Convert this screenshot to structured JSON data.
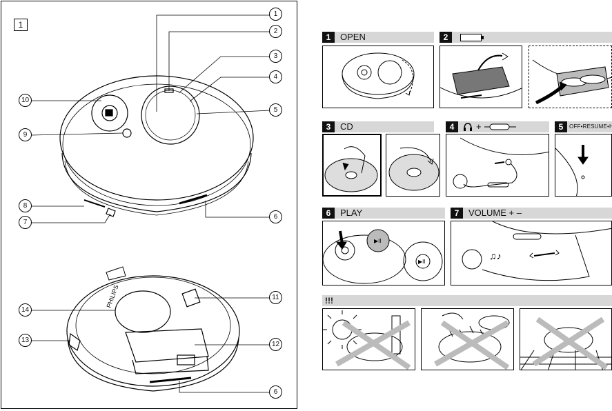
{
  "figure_label": "1",
  "callouts": [
    "1",
    "2",
    "3",
    "4",
    "5",
    "6",
    "7",
    "8",
    "9",
    "10",
    "11",
    "12",
    "13",
    "14",
    "6"
  ],
  "steps": {
    "s1": {
      "num": "1",
      "label": "OPEN"
    },
    "s2": {
      "num": "2",
      "label": "",
      "icon": "battery-icon"
    },
    "s3": {
      "num": "3",
      "label": "CD"
    },
    "s4": {
      "num": "4",
      "label": "+",
      "icon": "headphones-icon"
    },
    "s5": {
      "num": "5",
      "label": "OFF•RESUME•HOLD"
    },
    "s6": {
      "num": "6",
      "label": "PLAY"
    },
    "s7": {
      "num": "7",
      "label": "VOLUME + –"
    }
  },
  "warning": {
    "label": "!!!"
  },
  "colors": {
    "header_bg": "#d7d7d7",
    "number_bg": "#111111"
  }
}
